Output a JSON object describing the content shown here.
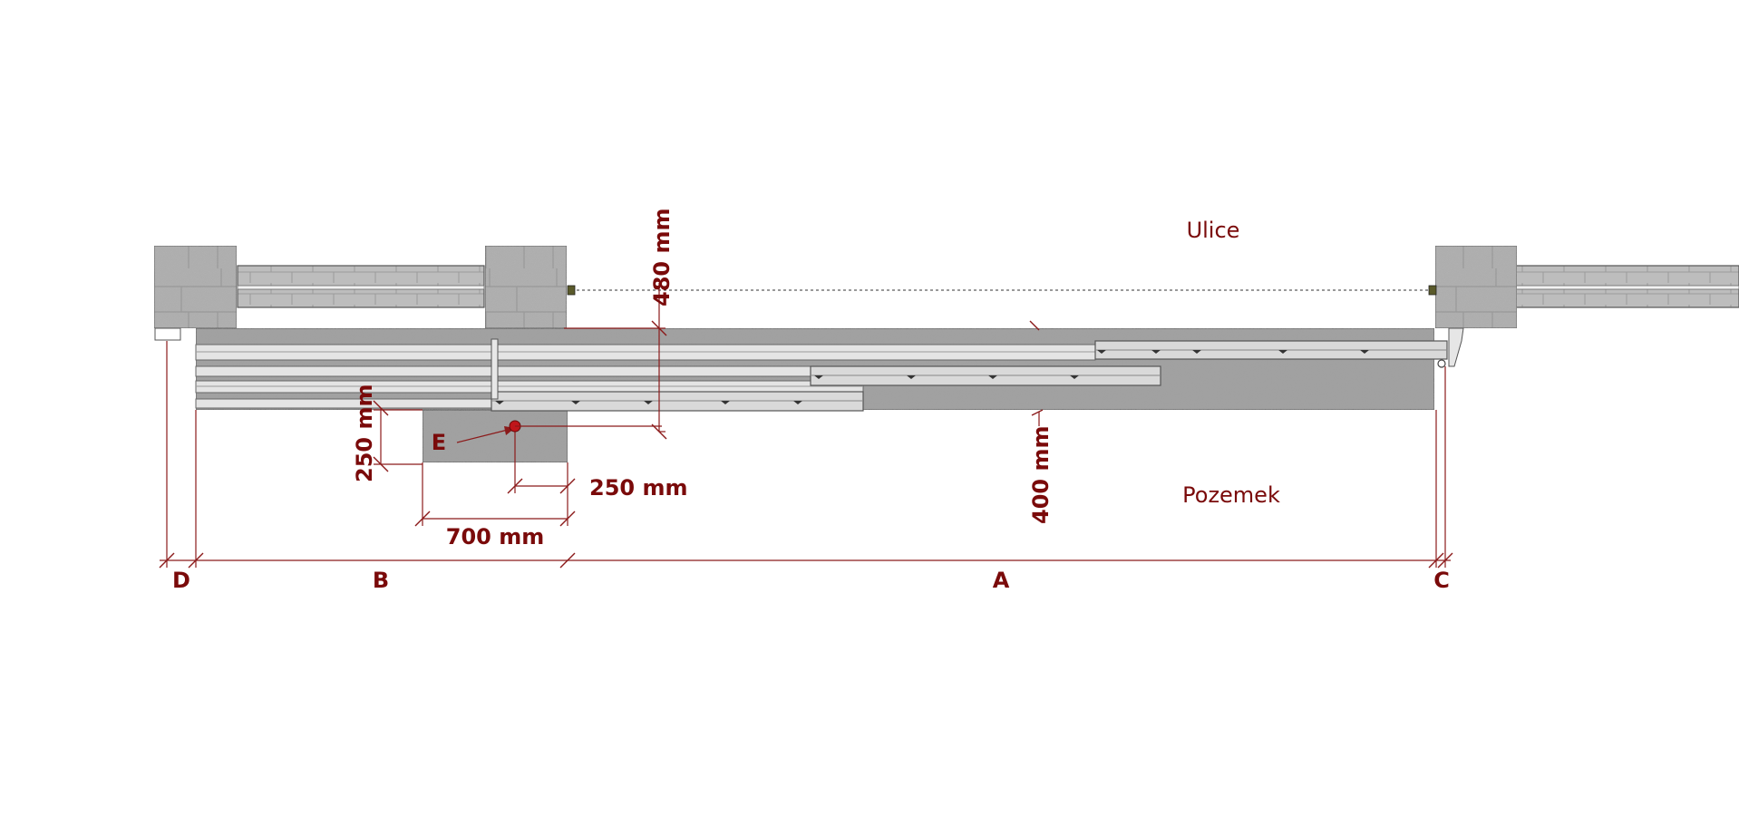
{
  "areas": {
    "street": "Ulice",
    "land": "Pozemek"
  },
  "dimensions": {
    "d480": "480 mm",
    "d400": "400 mm",
    "d250_vertical": "250 mm",
    "d250_horizontal": "250 mm",
    "d700": "700 mm"
  },
  "segments": {
    "a": "A",
    "b": "B",
    "c": "C",
    "d": "D",
    "e": "E"
  },
  "colors": {
    "dimension": "#7a0a0a",
    "concrete": "#9e9e9e",
    "brick": "#b9b9b9",
    "rail": "#e2e2e2"
  }
}
